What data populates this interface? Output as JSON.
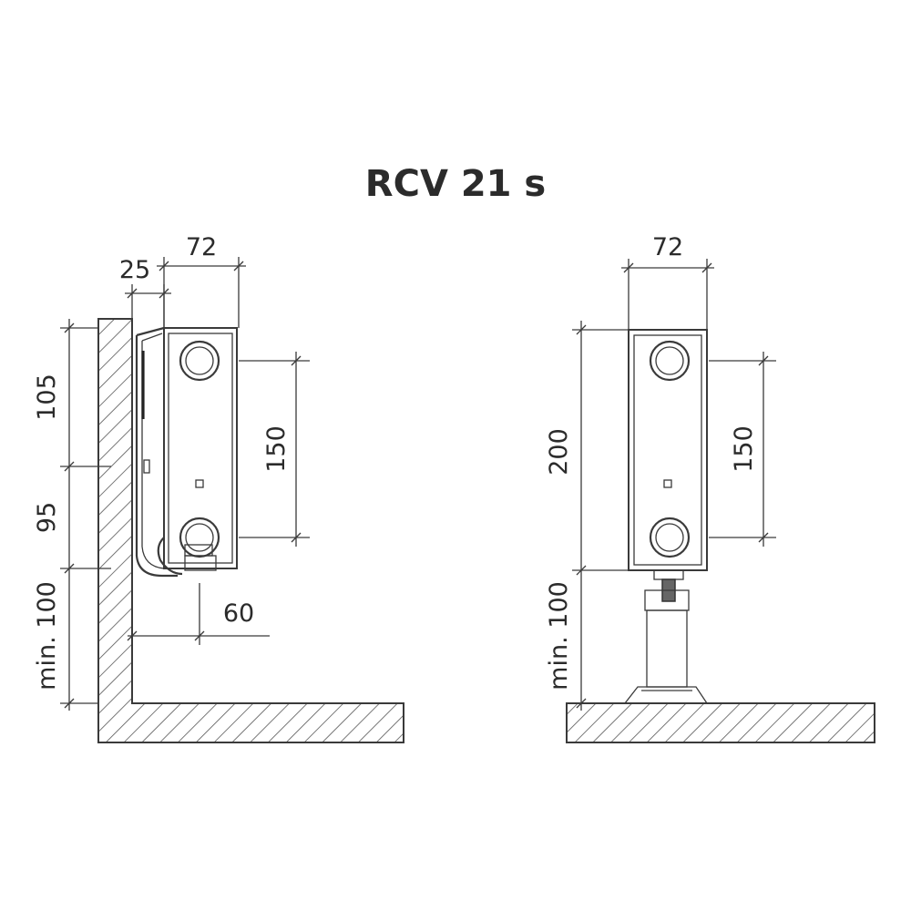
{
  "title": "RCV 21 s",
  "left_view": {
    "dim_top_72": "72",
    "dim_top_25": "25",
    "dim_105": "105",
    "dim_95": "95",
    "dim_min100": "min. 100",
    "dim_150": "150",
    "dim_60": "60"
  },
  "right_view": {
    "dim_top_72": "72",
    "dim_200": "200",
    "dim_min100": "min. 100",
    "dim_150": "150"
  }
}
